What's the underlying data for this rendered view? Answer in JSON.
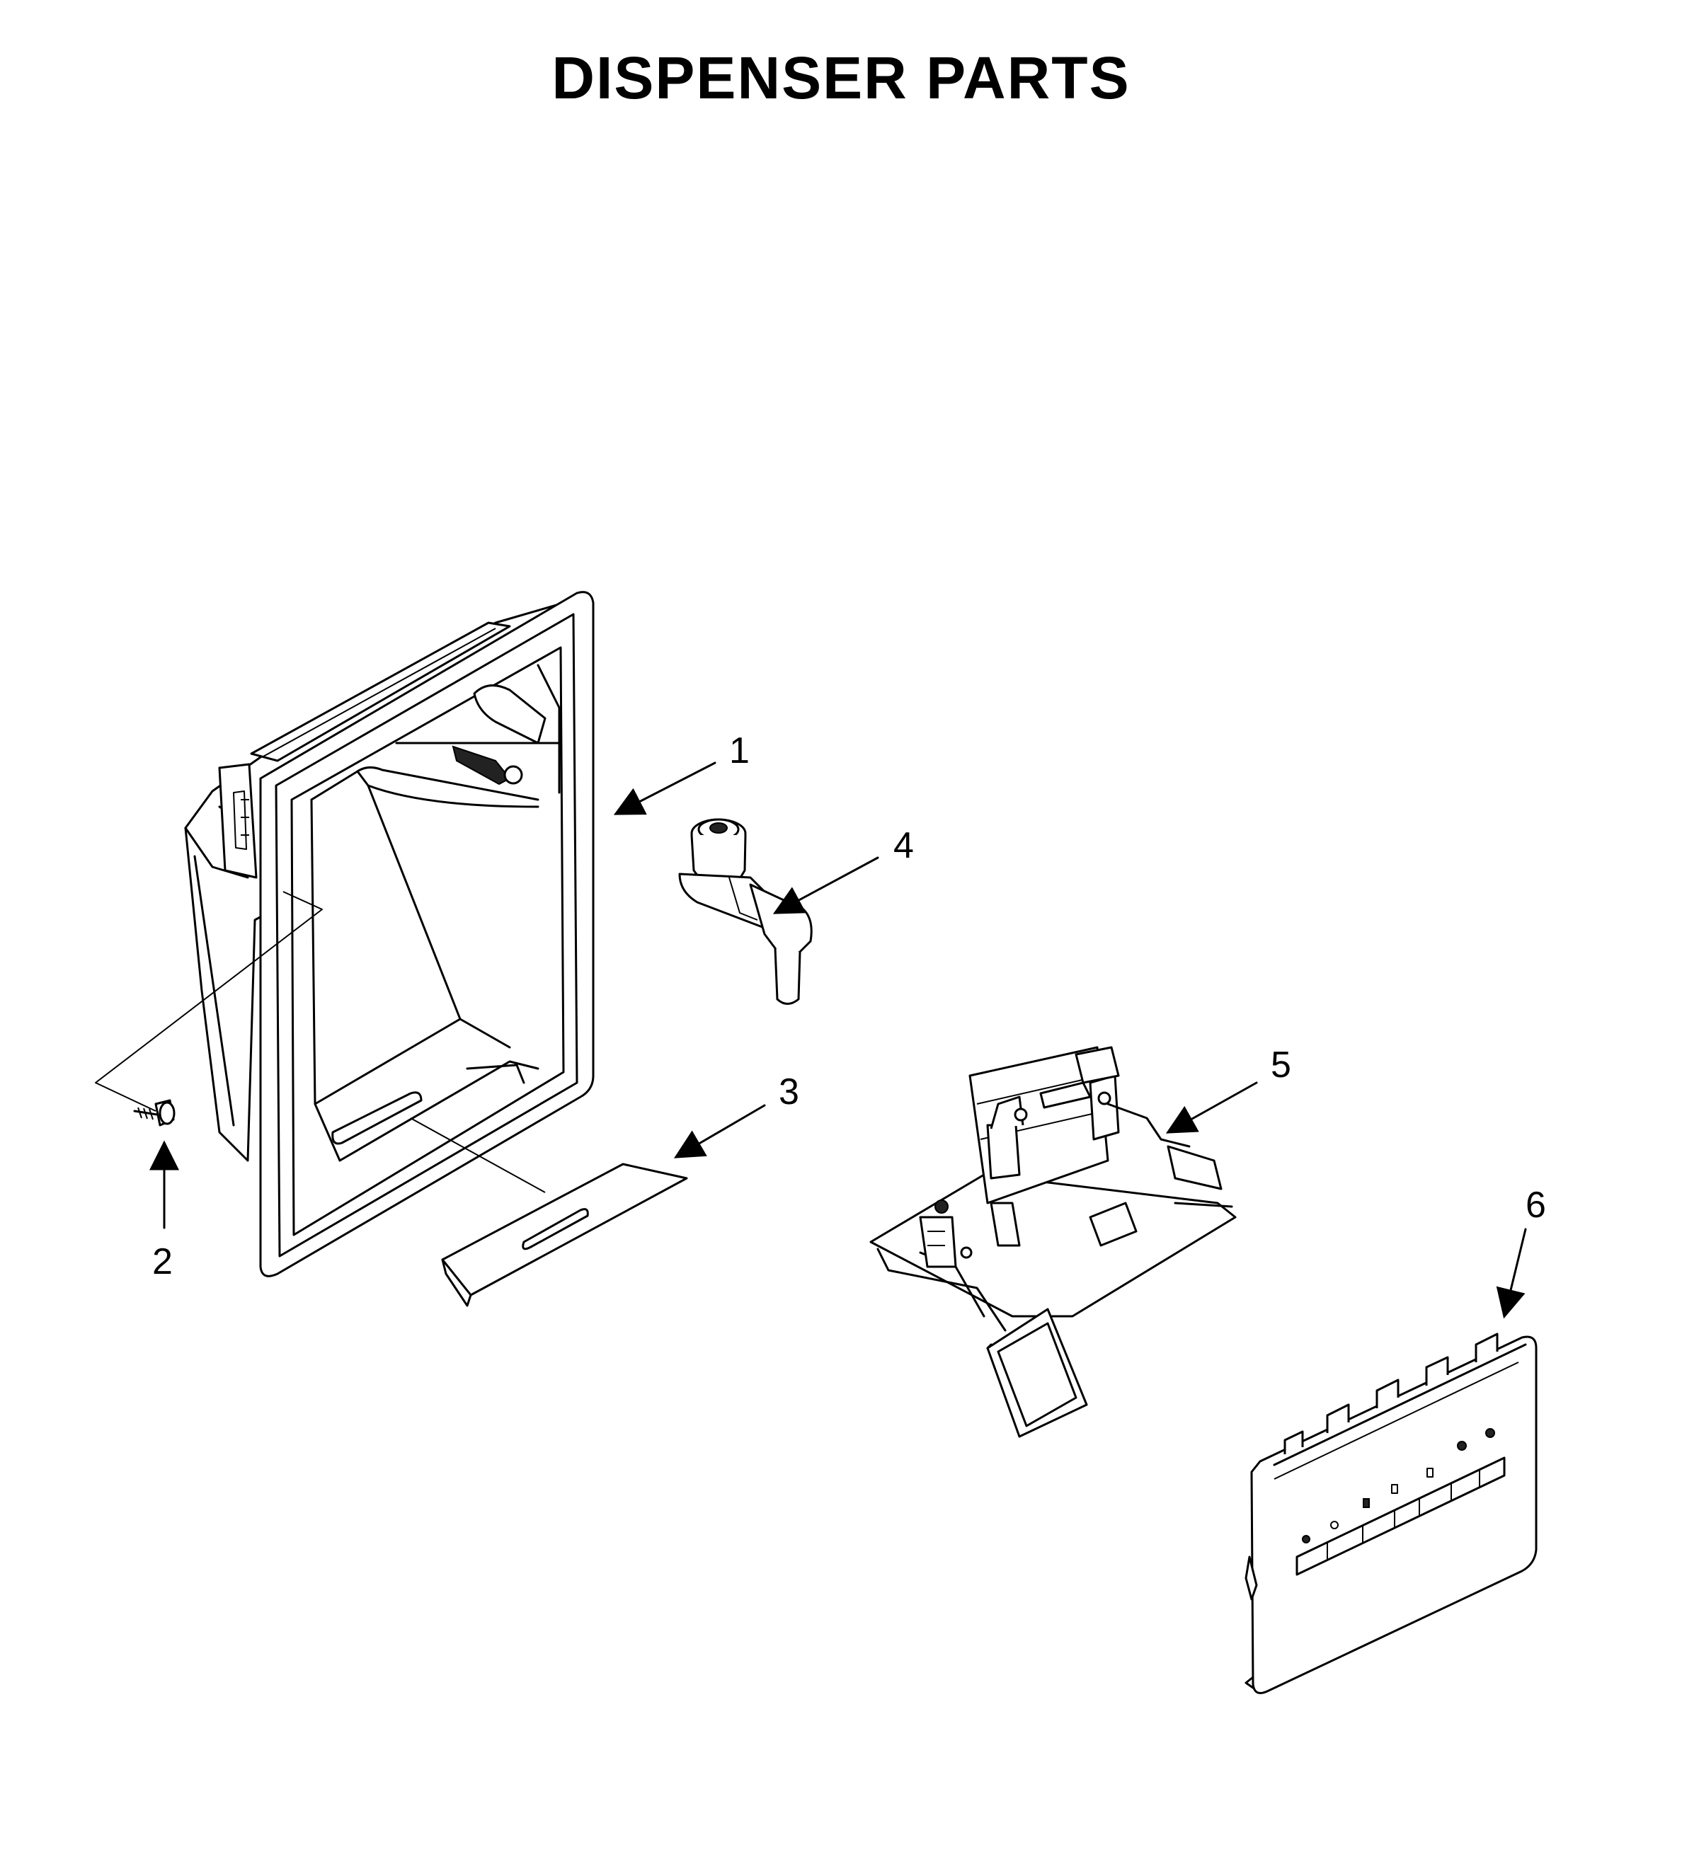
{
  "title": "DISPENSER PARTS",
  "callouts": [
    {
      "id": "1",
      "label": "1"
    },
    {
      "id": "2",
      "label": "2"
    },
    {
      "id": "3",
      "label": "3"
    },
    {
      "id": "4",
      "label": "4"
    },
    {
      "id": "5",
      "label": "5"
    },
    {
      "id": "6",
      "label": "6"
    }
  ],
  "icons": [
    "housing-part-icon",
    "screw-icon",
    "pad-part-icon",
    "nozzle-part-icon",
    "lever-assembly-icon",
    "control-panel-icon"
  ]
}
